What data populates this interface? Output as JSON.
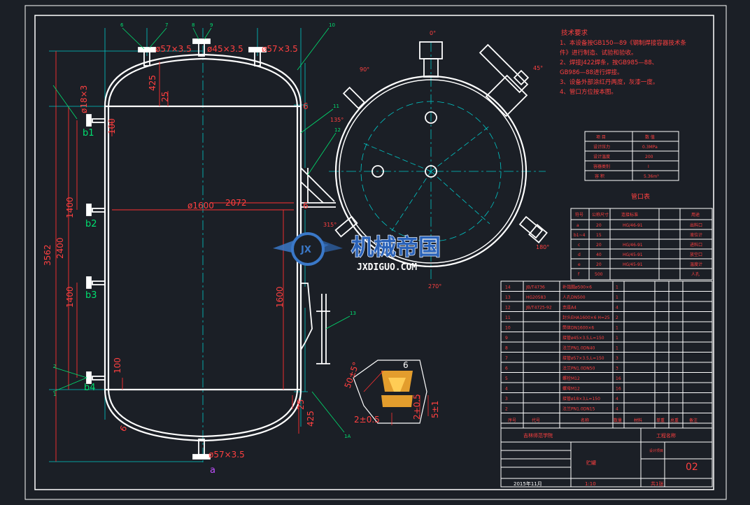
{
  "tech_requirements": {
    "title": "技术要求",
    "lines": [
      "1、本设备按GB150—89《钢制焊接容器技术条",
      "件》进行制造、试验和验收。",
      "2、焊接J422焊条，按GB985—88、",
      "GB986—88进行焊接。",
      "3、设备外部涂红丹两度，灰漆一度。",
      "4、管口方位按本图。"
    ]
  },
  "elevation": {
    "dims": {
      "overall": "3562",
      "shell": "2400",
      "d1400a": "1400",
      "d1400b": "1400",
      "d425top": "425",
      "d25top": "25",
      "d100top": "100",
      "d100bot": "100",
      "d25bot": "25",
      "d425bot": "425",
      "d1600": "1600",
      "dia": "ø1600",
      "width": "2072",
      "thk_shell": "6",
      "thk_right": "6",
      "thk_head": "6"
    },
    "nozzle_labels": {
      "top_left": "ø57×3.5",
      "top_mid": "ø45×3.5",
      "top_right": "ø57×3.5",
      "bottom": "ø57×3.5",
      "side": "ø18×3"
    },
    "port_labels": [
      "b1",
      "b2",
      "b3",
      "b4",
      "a"
    ],
    "balloons": [
      "6",
      "7",
      "8",
      "9",
      "10",
      "11",
      "12",
      "13",
      "1A",
      "2",
      "1"
    ]
  },
  "weld_detail": {
    "angle": "50±5°",
    "gap": "2±0.5",
    "root": "2+0.5",
    "depth": "5±1",
    "thk": "6"
  },
  "plan_view": {
    "angles": [
      "0°",
      "90°",
      "180°",
      "270°",
      "45°",
      "135°",
      "315°"
    ]
  },
  "design_table": {
    "headers": [
      "项 目",
      "数 值"
    ],
    "rows": [
      [
        "设计压力",
        "0.3MPa"
      ],
      [
        "设计温度",
        "200"
      ],
      [
        "容器类别",
        "Ⅰ"
      ],
      [
        "容 积",
        "5.36m³"
      ]
    ]
  },
  "nozzle_table": {
    "title": "管口表",
    "headers": [
      "符号",
      "公称尺寸",
      "连接标准",
      "用途"
    ],
    "rows": [
      [
        "a",
        "20",
        "HG/46-91",
        "出料口"
      ],
      [
        "b1~4",
        "15",
        "",
        "液位计"
      ],
      [
        "c",
        "20",
        "HG/46-91",
        "进料口"
      ],
      [
        "d",
        "40",
        "HG/45-91",
        "放空口"
      ],
      [
        "e",
        "20",
        "HG/45-91",
        "温度计"
      ],
      [
        "f",
        "500",
        "",
        "人孔"
      ]
    ]
  },
  "parts_list": {
    "rows": [
      [
        "14",
        "JB/T4736",
        "补强圈ø500×6",
        "1"
      ],
      [
        "13",
        "HG20583",
        "人孔DN500",
        "1"
      ],
      [
        "12",
        "JB/T4725-92",
        "支座A4",
        "4"
      ],
      [
        "11",
        "",
        "封头EHA1600×6 H=25",
        "2"
      ],
      [
        "10",
        "",
        "筒体DN1600×6",
        "1"
      ],
      [
        "9",
        "",
        "接管ø45×3.5,L=150",
        "1"
      ],
      [
        "8",
        "",
        "法兰PN1.0DN40",
        "1"
      ],
      [
        "7",
        "",
        "接管ø57×3.5,L=150",
        "3"
      ],
      [
        "6",
        "",
        "法兰PN1.0DN50",
        "3"
      ],
      [
        "5",
        "",
        "螺栓M12",
        "16"
      ],
      [
        "4",
        "",
        "螺母M12",
        "16"
      ],
      [
        "3",
        "",
        "接管ø18×3,L=150",
        "4"
      ],
      [
        "2",
        "",
        "法兰PN1.0DN15",
        "4"
      ]
    ],
    "header": [
      "序号",
      "代号",
      "名称",
      "数量",
      "材料",
      "单重",
      "总重",
      "备注"
    ]
  },
  "title_block": {
    "school": "吉林师范学院",
    "project": "工程名称",
    "drawing_name": "贮罐",
    "drawing_no": "02",
    "date": "2015年11月",
    "scale": "1:10",
    "sheet": "共1张",
    "sub_label": "设计项目"
  },
  "watermark": {
    "cn": "机械帝国",
    "en": "JXDIGUO.COM",
    "mark": "JX"
  },
  "colors": {
    "background": "#1b1f26",
    "outline": "#ffffff",
    "centerline": "#00c8c8",
    "dimension": "#ff3030",
    "leader": "#00e070",
    "text_red": "#ff4040",
    "watermark_blue": "#3a78c8"
  }
}
